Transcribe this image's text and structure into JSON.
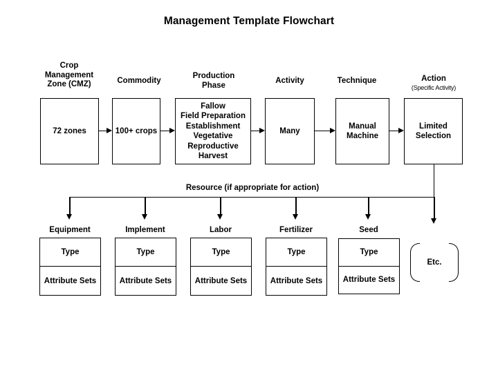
{
  "title": "Management Template Flowchart",
  "flow": {
    "stages": [
      {
        "header": "Crop\nManagement\nZone (CMZ)",
        "header_lines": [
          "Crop",
          "Management",
          "Zone (CMZ)"
        ],
        "subtitle": "",
        "box_lines": [
          "72 zones"
        ]
      },
      {
        "header": "Commodity",
        "header_lines": [
          "Commodity"
        ],
        "subtitle": "",
        "box_lines": [
          "100+ crops"
        ]
      },
      {
        "header": "Production Phase",
        "header_lines": [
          "Production",
          "Phase"
        ],
        "subtitle": "",
        "box_lines": [
          "Fallow",
          "Field Preparation",
          "Establishment",
          "Vegetative",
          "Reproductive",
          "Harvest"
        ]
      },
      {
        "header": "Activity",
        "header_lines": [
          "Activity"
        ],
        "subtitle": "",
        "box_lines": [
          "Many"
        ]
      },
      {
        "header": "Technique",
        "header_lines": [
          "Technique"
        ],
        "subtitle": "",
        "box_lines": [
          "Manual",
          "Machine"
        ]
      },
      {
        "header": "Action",
        "header_lines": [
          "Action"
        ],
        "subtitle": "(Specific Activity)",
        "box_lines": [
          "Limited",
          "Selection"
        ]
      }
    ]
  },
  "resource_bus": {
    "label": "Resource (if appropriate for action)"
  },
  "resources": [
    {
      "label": "Equipment",
      "type_label": "Type",
      "attribute_label": "Attribute Sets"
    },
    {
      "label": "Implement",
      "type_label": "Type",
      "attribute_label": "Attribute Sets"
    },
    {
      "label": "Labor",
      "type_label": "Type",
      "attribute_label": "Attribute Sets"
    },
    {
      "label": "Fertilizer",
      "type_label": "Type",
      "attribute_label": "Attribute Sets"
    },
    {
      "label": "Seed",
      "type_label": "Type",
      "attribute_label": "Attribute Sets"
    }
  ],
  "etc": {
    "label": "Etc."
  },
  "colors": {
    "background": "#ffffff",
    "stroke": "#000000",
    "text": "#000000"
  }
}
